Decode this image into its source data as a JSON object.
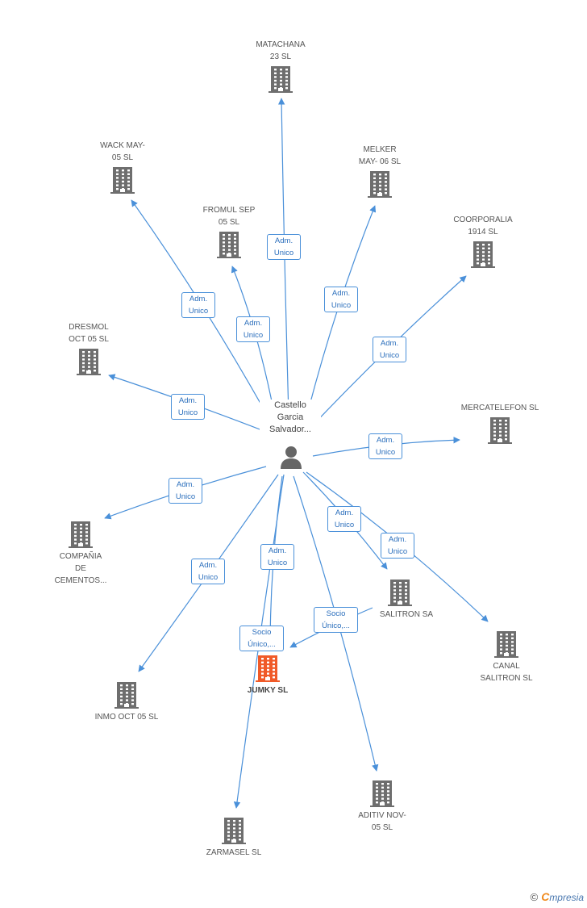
{
  "center": {
    "label": "Castello\nGarcia\nSalvador..."
  },
  "companies": [
    {
      "id": "matachana",
      "label": "MATACHANA\n23 SL"
    },
    {
      "id": "wack",
      "label": "WACK MAY-\n05 SL"
    },
    {
      "id": "melker",
      "label": "MELKER\nMAY- 06 SL"
    },
    {
      "id": "fromul",
      "label": "FROMUL SEP\n05 SL"
    },
    {
      "id": "coorporalia",
      "label": "COORPORALIA\n1914 SL"
    },
    {
      "id": "dresmol",
      "label": "DRESMOL\nOCT 05 SL"
    },
    {
      "id": "mercatelefon",
      "label": "MERCATELEFON SL"
    },
    {
      "id": "compania",
      "label": "COMPAÑIA\nDE\nCEMENTOS..."
    },
    {
      "id": "salitronsa",
      "label": "SALITRON SA"
    },
    {
      "id": "canal",
      "label": "CANAL\nSALITRON SL"
    },
    {
      "id": "jumky",
      "label": "JUMKY SL",
      "highlight": true
    },
    {
      "id": "inmo",
      "label": "INMO OCT 05 SL"
    },
    {
      "id": "aditiv",
      "label": "ADITIV NOV-\n05 SL"
    },
    {
      "id": "zarmasel",
      "label": "ZARMASEL  SL"
    }
  ],
  "edge_labels": [
    "Adm.\nUnico",
    "Adm.\nUnico",
    "Adm.\nUnico",
    "Adm.\nUnico",
    "Adm.\nUnico",
    "Adm.\nUnico",
    "Adm.\nUnico",
    "Adm.\nUnico",
    "Adm.\nUnico",
    "Adm.\nUnico",
    "Adm.\nUnico",
    "Adm.\nUnico",
    "Socio\nÚnico,...",
    "Socio\nÚnico,..."
  ],
  "colors": {
    "edge": "#4a90d9",
    "building": "#6e6e6e",
    "highlight": "#f05a28",
    "person": "#666666"
  },
  "footer": {
    "copyright": "©",
    "brand_initial": "C",
    "brand_rest": "mpresia"
  }
}
